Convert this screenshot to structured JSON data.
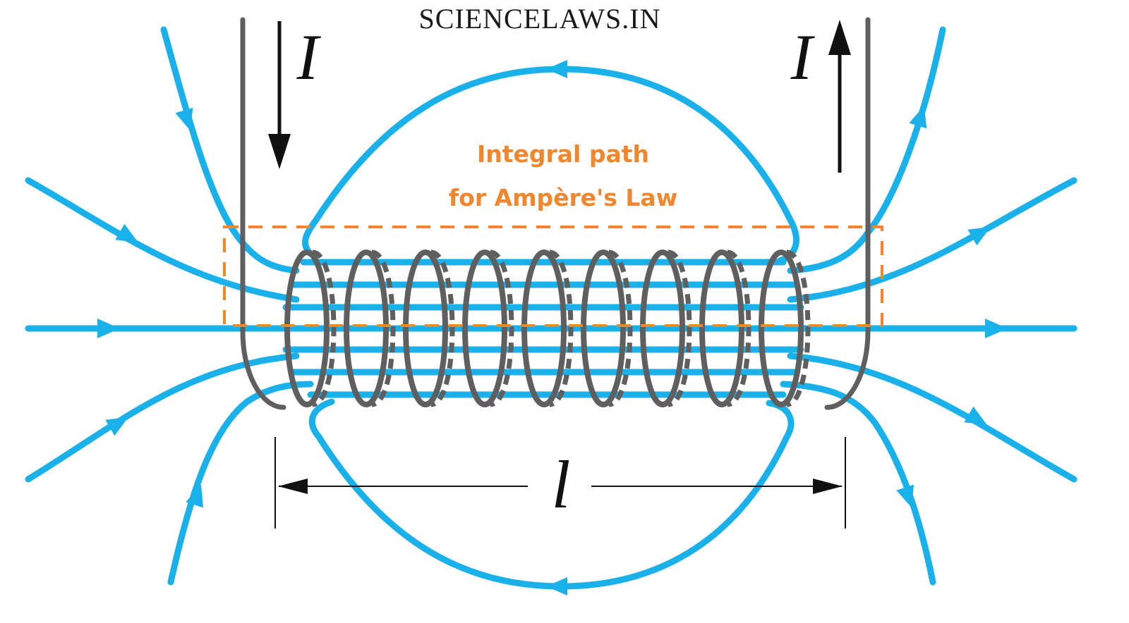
{
  "watermark": "SCIENCELAWS.IN",
  "labels": {
    "current_left": "I",
    "current_right": "I",
    "length": "l",
    "path_line1": "Integral path",
    "path_line2": "for Ampère's Law"
  },
  "colors": {
    "field_lines": "#1ab0ea",
    "wire": "#5f5f5f",
    "integral_path": "#f0862d",
    "text": "#111111"
  },
  "coil": {
    "turns": 9
  }
}
